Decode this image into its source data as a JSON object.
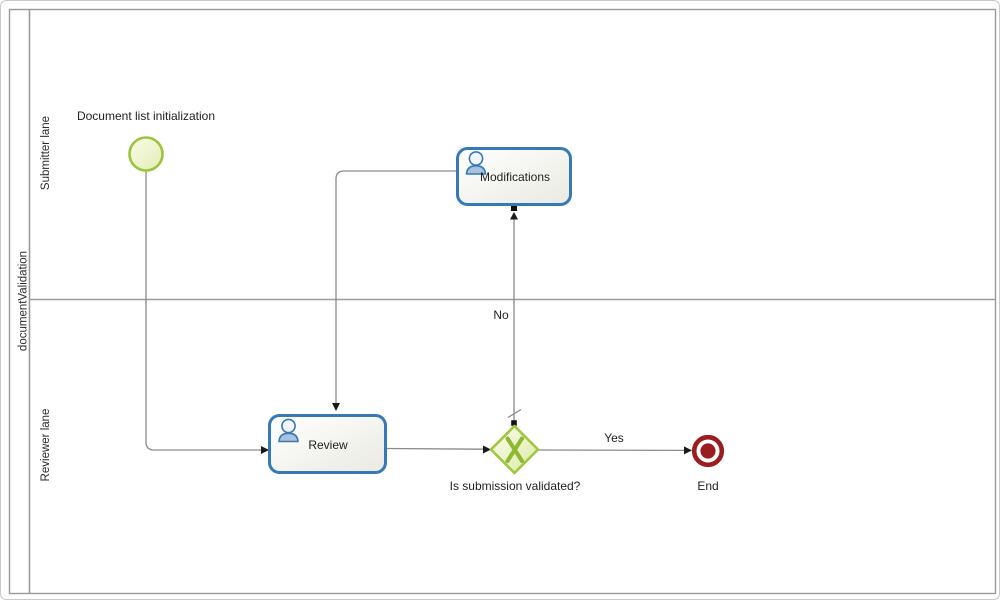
{
  "diagram": {
    "pool": {
      "label": "documentValidation"
    },
    "lanes": [
      {
        "label": "Submitter lane"
      },
      {
        "label": "Reviewer lane"
      }
    ],
    "nodes": {
      "start_event": {
        "type": "start-event",
        "label": "Document list initialization"
      },
      "task_modifications": {
        "type": "user-task",
        "label": "Modifications"
      },
      "task_review": {
        "type": "user-task",
        "label": "Review"
      },
      "gateway_validated": {
        "type": "exclusive-gateway",
        "label": "Is submission validated?"
      },
      "end_event": {
        "type": "end-event",
        "label": "End"
      }
    },
    "flow_labels": {
      "yes": "Yes",
      "no": "No"
    },
    "colors": {
      "task_border": "#3579b8",
      "task_icon_fill": "#a9c2d9",
      "event_green": "#9cc33d",
      "gateway_green": "#9fc63e",
      "gateway_x": "#8cb930",
      "end_red": "#9b1e1e",
      "flow_line": "#8a8a8a",
      "pool_border": "#9a9a9a"
    }
  }
}
